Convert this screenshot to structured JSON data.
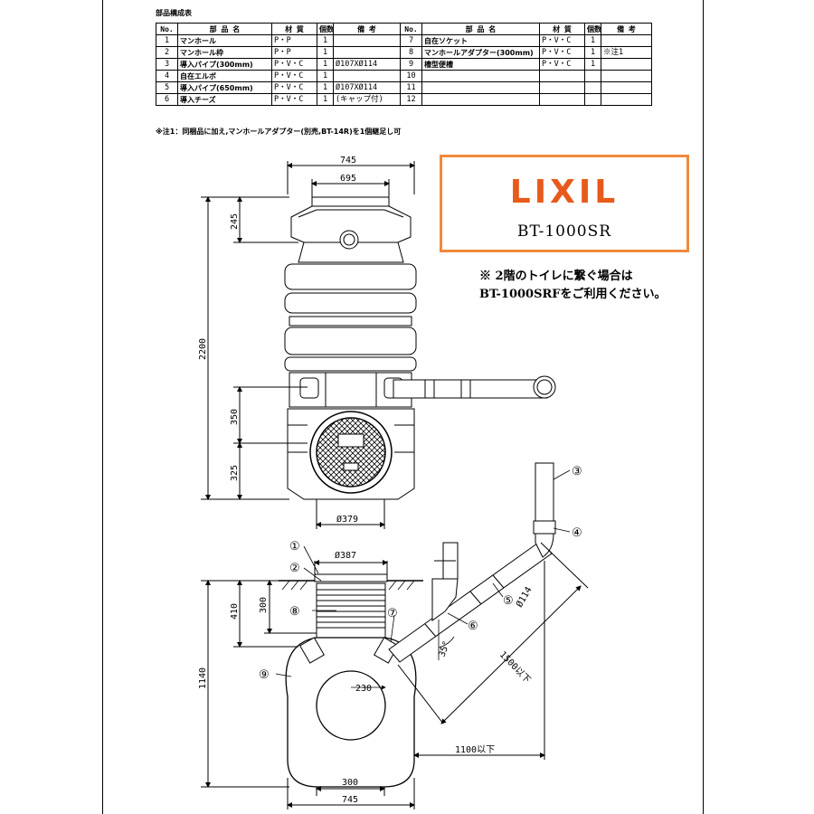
{
  "table": {
    "title": "部品構成表",
    "headers": [
      "No.",
      "部 品 名",
      "材 質",
      "個数",
      "備 考",
      "No.",
      "部 品 名",
      "材 質",
      "個数",
      "備 考"
    ],
    "rows": [
      [
        "1",
        "マンホール",
        "P・P",
        "1",
        "",
        "7",
        "自在ソケット",
        "P・V・C",
        "1",
        ""
      ],
      [
        "2",
        "マンホール枠",
        "P・P",
        "1",
        "",
        "8",
        "マンホールアダプター(300mm)",
        "P・V・C",
        "1",
        "※注1"
      ],
      [
        "3",
        "導入パイプ(300mm)",
        "P・V・C",
        "1",
        "Ø107XØ114",
        "9",
        "槽型便槽",
        "P・V・C",
        "1",
        ""
      ],
      [
        "4",
        "自在エルボ",
        "P・V・C",
        "1",
        "",
        "10",
        "",
        "",
        "",
        ""
      ],
      [
        "5",
        "導入パイプ(650mm)",
        "P・V・C",
        "1",
        "Ø107XØ114",
        "11",
        "",
        "",
        "",
        ""
      ],
      [
        "6",
        "導入チーズ",
        "P・V・C",
        "1",
        "(キャップ付)",
        "12",
        "",
        "",
        "",
        ""
      ]
    ],
    "note": "※注1：同梱品に加え,マンホールアダプター(別売,BT-14R)を1個継足し可"
  },
  "brand": {
    "logo": "LIXIL",
    "model": "BT-1000SR",
    "accent_color": "#f08a3c",
    "logo_color": "#e85a1c"
  },
  "notice": {
    "line1": "※ 2階のトイレに繋ぐ場合は",
    "line2": "BT-1000SRFをご利用ください。"
  },
  "dimensions": {
    "top_width_outer": "745",
    "top_width_inner": "695",
    "height_245": "245",
    "height_total": "2200",
    "height_350": "350",
    "height_325": "325",
    "bottom_dia": "Ø379",
    "manhole_dia": "Ø387",
    "h300": "300",
    "h410": "410",
    "h1140": "1140",
    "d230": "230",
    "angle": "35°",
    "pipe_dia": "Ø114",
    "len1500": "1500以下",
    "len1100": "1100以下",
    "base300": "300",
    "base745": "745"
  },
  "callouts": [
    "①",
    "②",
    "③",
    "④",
    "⑤",
    "⑥",
    "⑦",
    "⑧",
    "⑨"
  ]
}
